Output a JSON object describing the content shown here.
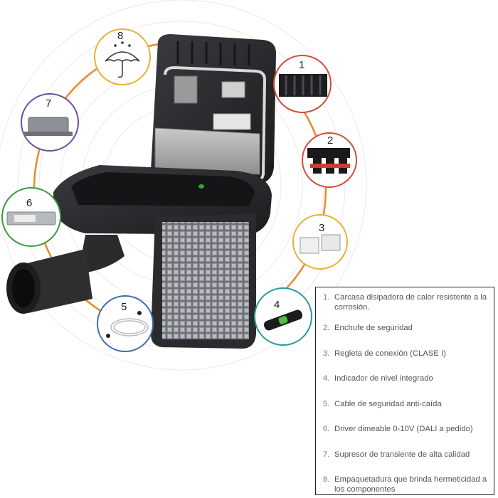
{
  "callouts": [
    {
      "num": "1"
    },
    {
      "num": "2"
    },
    {
      "num": "3"
    },
    {
      "num": "4"
    },
    {
      "num": "5"
    },
    {
      "num": "6"
    },
    {
      "num": "7"
    },
    {
      "num": "8"
    }
  ],
  "legend": {
    "items": [
      {
        "num": "1.",
        "text": "Carcasa disipadora de calor resistente a la corrosión."
      },
      {
        "num": "2.",
        "text": "Enchufe de seguridad"
      },
      {
        "num": "3.",
        "text": "Regleta de conexión (CLASE I)"
      },
      {
        "num": "4.",
        "text": "Indicador de nivel integrado"
      },
      {
        "num": "5.",
        "text": "Cable de seguridad anti-caída"
      },
      {
        "num": "6.",
        "text": "Driver dimeable 0-10V (DALI a pedido)"
      },
      {
        "num": "7.",
        "text": "Supresor de transiente de alta calidad"
      },
      {
        "num": "8.",
        "text": "Empaquetadura que brinda hermeticidad a los componentes"
      }
    ]
  },
  "colors": {
    "orange": "#e8892c",
    "housing": "#2b2c2e",
    "housing_dark": "#1a1b1d",
    "circle_purple": "#6b4f9e",
    "circle_green": "#3a9a3a",
    "circle_teal": "#2a9a9a",
    "circle_blue": "#3b6ea8",
    "circle_red": "#d04a3a",
    "circle_yellow": "#e7b030"
  }
}
